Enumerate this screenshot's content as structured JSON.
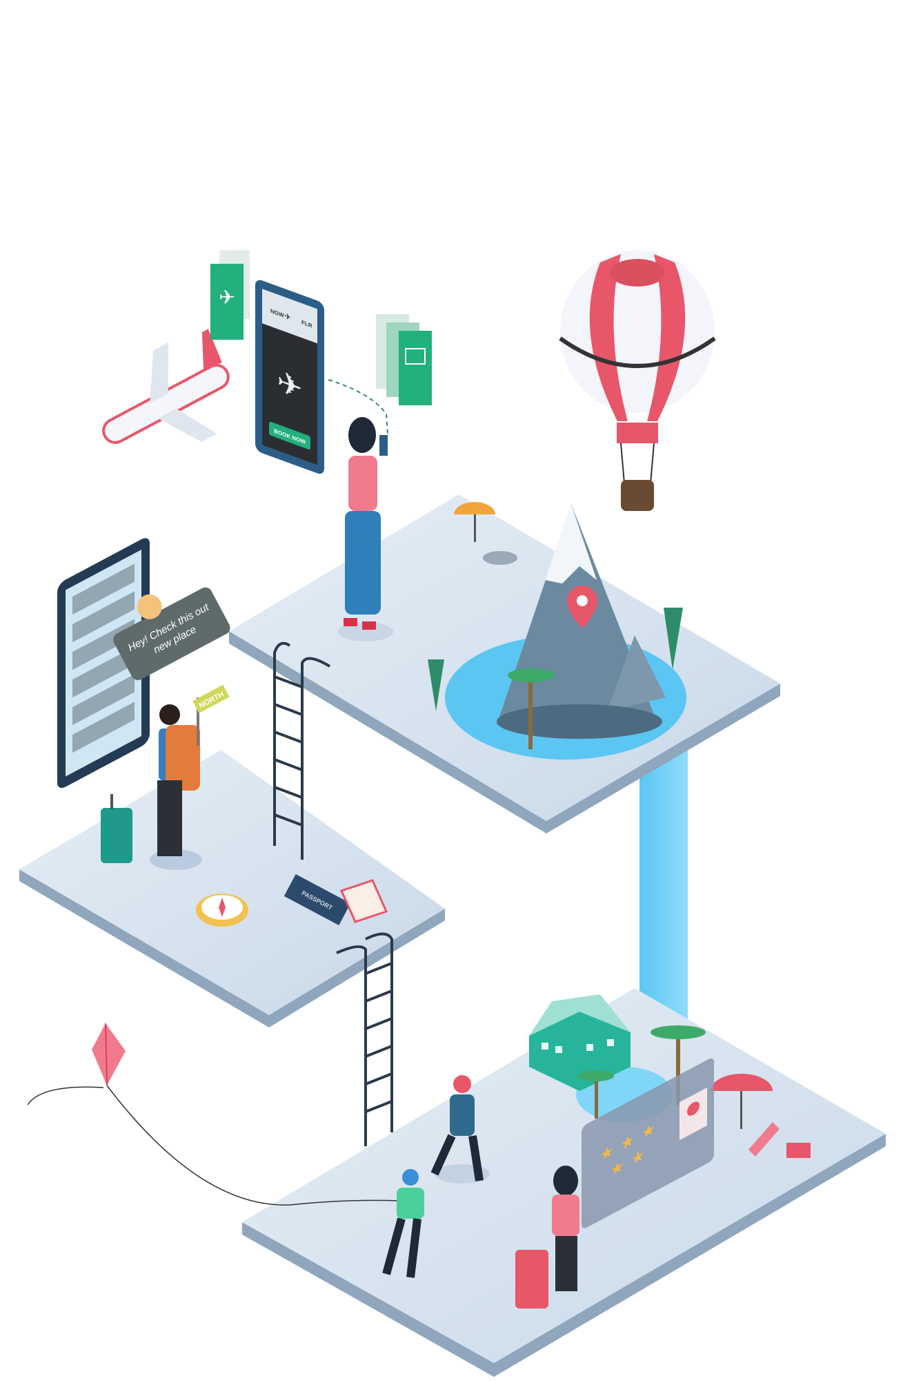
{
  "phone_booking": {
    "from_code": "NGW",
    "to_code": "FLR",
    "book_label": "BOOK NOW"
  },
  "chat_bubble": {
    "line1": "Hey! Check this out",
    "line2": "new place"
  },
  "signpost": {
    "label": "NORTH"
  },
  "passport": {
    "label": "PASSPORT"
  },
  "rating": {
    "stars": 5
  },
  "colors": {
    "platform_top": "#dce7f2",
    "platform_side": "#8fa6bd",
    "water": "#6fd0f5",
    "accent_green": "#22b07d",
    "accent_red": "#e8566a",
    "phone_frame": "#2c5d86"
  }
}
